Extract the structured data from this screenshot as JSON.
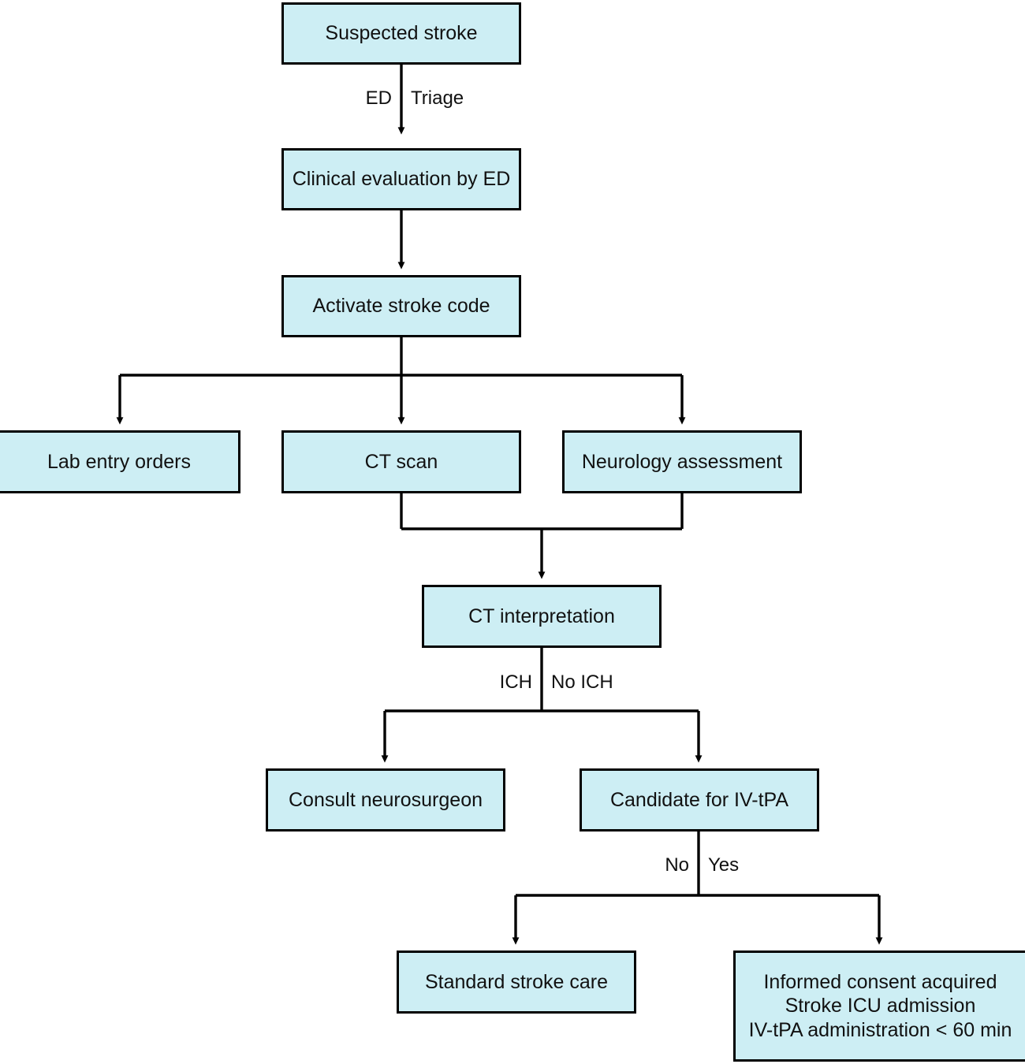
{
  "diagram": {
    "title": "Suspected stroke ED pathway flowchart",
    "box_fill": "#cdeef4",
    "box_stroke": "#000000",
    "text_color": "#111111",
    "nodes": [
      {
        "id": "suspected_stroke",
        "label": "Suspected stroke"
      },
      {
        "id": "clinical_eval",
        "label": "Clinical evaluation by ED"
      },
      {
        "id": "activate_code",
        "label": "Activate stroke code"
      },
      {
        "id": "lab_orders",
        "label": "Lab entry orders"
      },
      {
        "id": "ct_scan",
        "label": "CT scan"
      },
      {
        "id": "neuro_assessment",
        "label": "Neurology assessment"
      },
      {
        "id": "ct_interpretation",
        "label": "CT interpretation"
      },
      {
        "id": "consult_neurosurgeon",
        "label": "Consult neurosurgeon"
      },
      {
        "id": "candidate_tpa",
        "label": "Candidate for IV-tPA"
      },
      {
        "id": "standard_care",
        "label": "Standard stroke care"
      },
      {
        "id": "tpa_pathway",
        "label": "Informed consent acquired\nStroke ICU admission\nIV-tPA administration < 60 min"
      }
    ],
    "edge_labels": [
      {
        "id": "ed",
        "text": "ED"
      },
      {
        "id": "triage",
        "text": "Triage"
      },
      {
        "id": "ich",
        "text": "ICH"
      },
      {
        "id": "no_ich",
        "text": "No ICH"
      },
      {
        "id": "no",
        "text": "No"
      },
      {
        "id": "yes",
        "text": "Yes"
      }
    ]
  }
}
